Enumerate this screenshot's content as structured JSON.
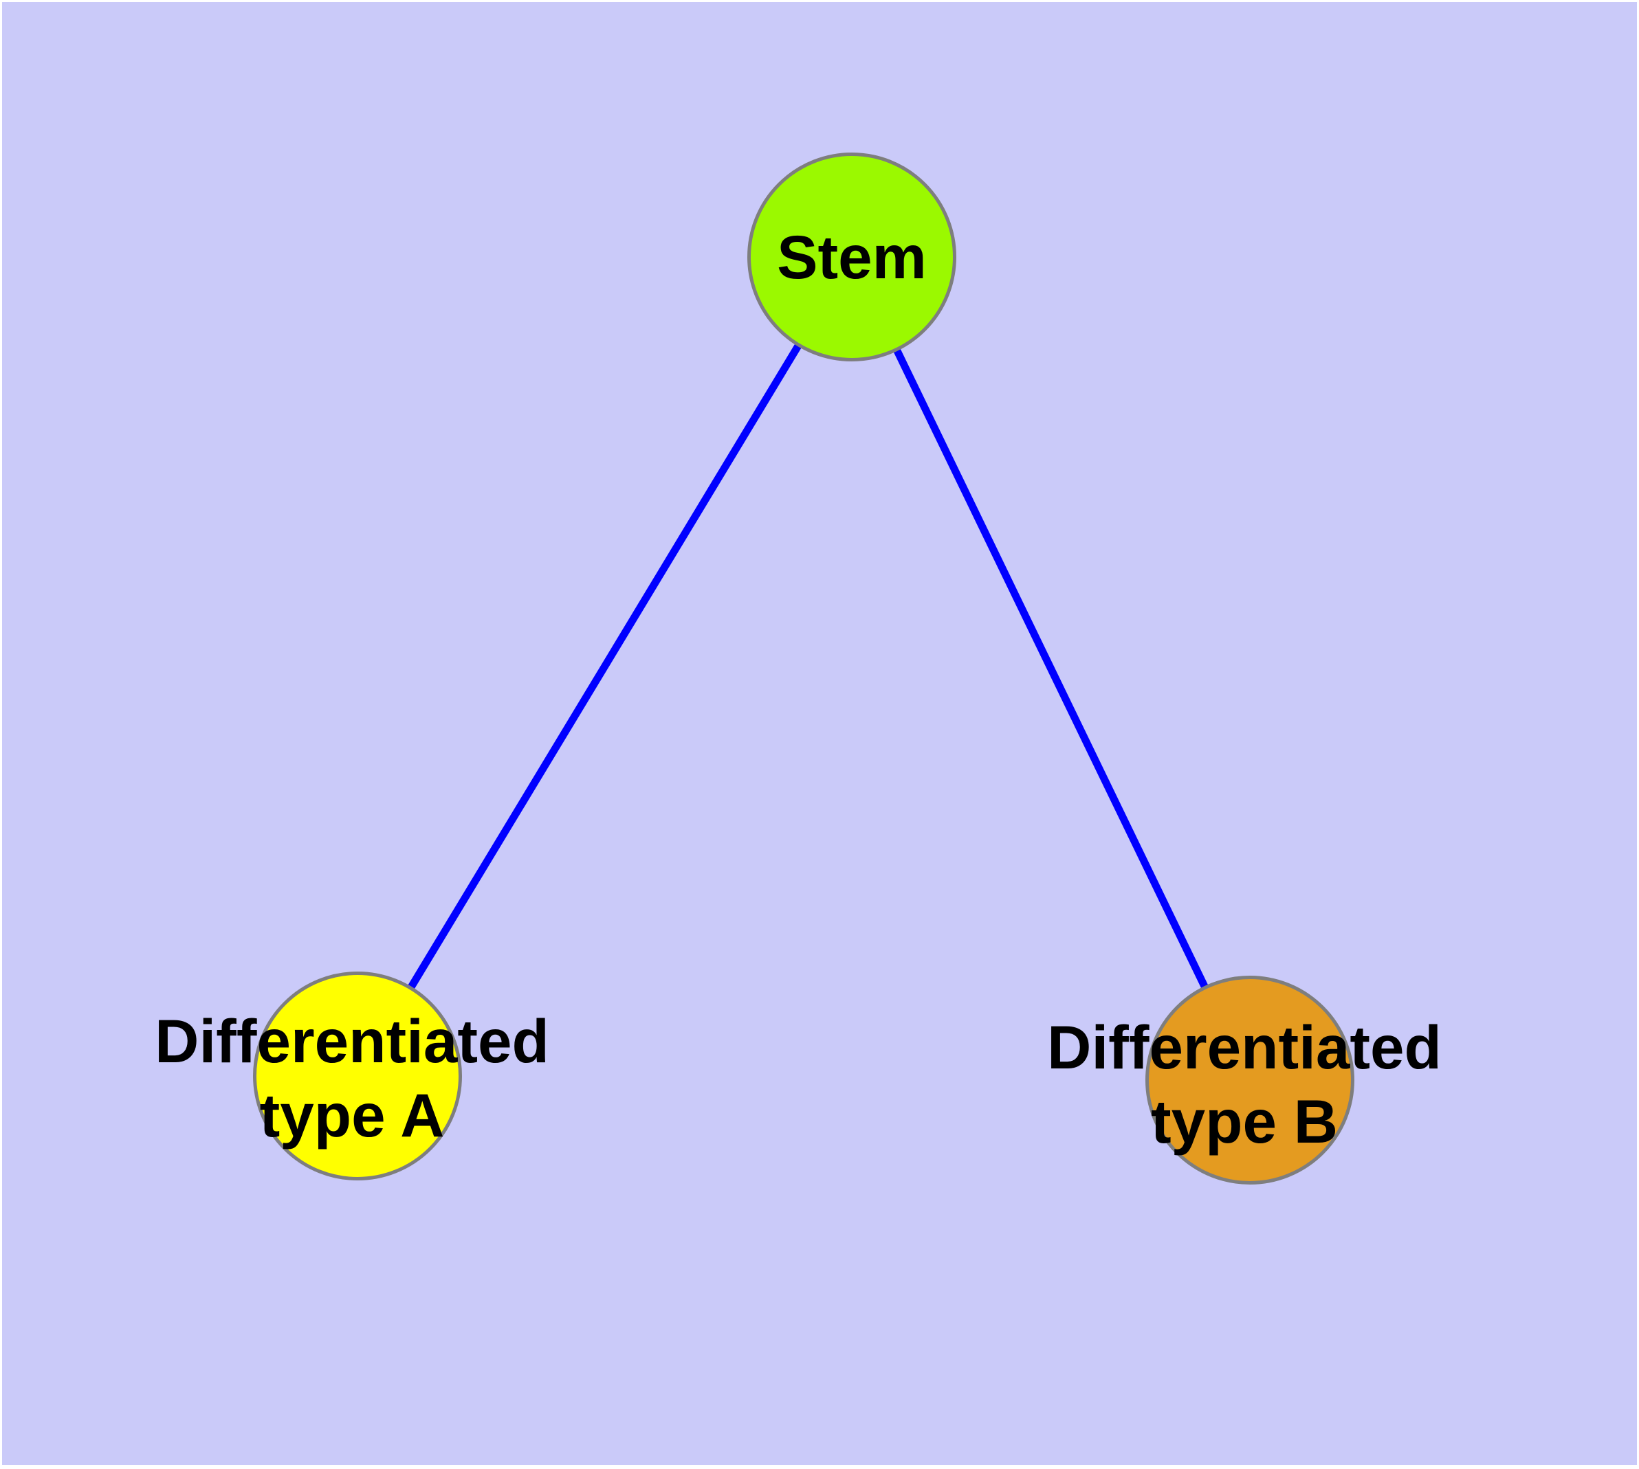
{
  "diagram": {
    "background_color": "#CACAF9",
    "frame_color": "#FFFFFF",
    "edge_color": "#0000FF",
    "node_border_color": "#7E7E7E",
    "label_color": "#000000",
    "nodes": [
      {
        "id": "stem",
        "label": "Stem",
        "label_line1": "Stem",
        "label_line2": "",
        "fill": "#9BF900"
      },
      {
        "id": "type-a",
        "label": "Differentiated type A",
        "label_line1": "Differentiated",
        "label_line2": "type A",
        "fill": "#FFFF00"
      },
      {
        "id": "type-b",
        "label": "Differentiated type B",
        "label_line1": "Differentiated",
        "label_line2": "type B",
        "fill": "#E49B20"
      }
    ],
    "edges": [
      {
        "from": "stem",
        "to": "type-a"
      },
      {
        "from": "stem",
        "to": "type-b"
      }
    ]
  }
}
